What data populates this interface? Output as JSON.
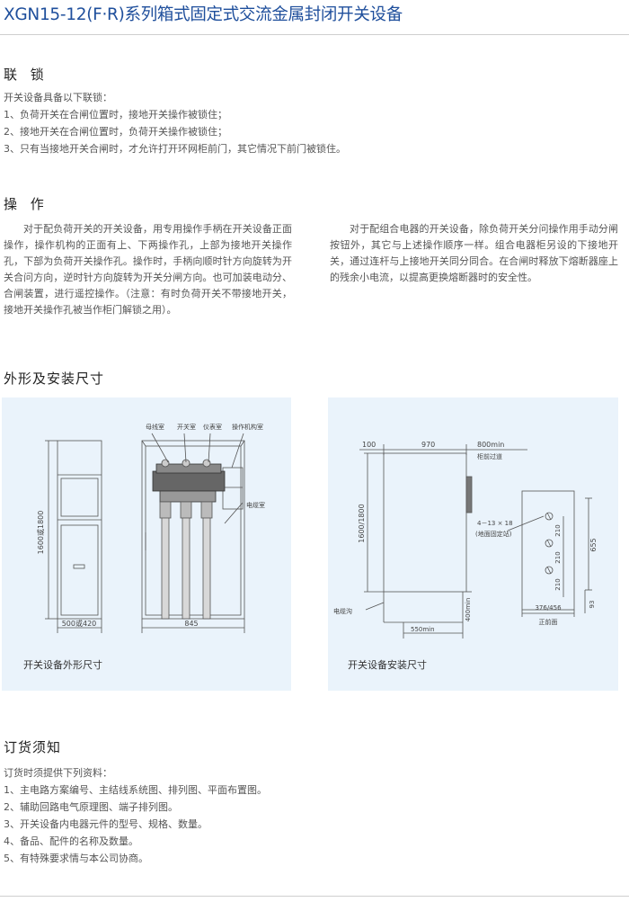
{
  "header": {
    "title": "XGN15-12(F·R)系列箱式固定式交流金属封闭开关设备"
  },
  "interlock": {
    "heading": "联 锁",
    "intro": "开关设备具备以下联锁：",
    "items": [
      "1、负荷开关在合闸位置时，接地开关操作被锁住；",
      "2、接地开关在合闸位置时，负荷开关操作被锁住；",
      "3、只有当接地开关合闸时，才允许打开环网柜前门，其它情况下前门被锁住。"
    ]
  },
  "operation": {
    "heading": "操 作",
    "left_para": "对于配负荷开关的开关设备，用专用操作手柄在开关设备正面操作，操作机构的正面有上、下两操作孔，上部为接地开关操作孔，下部为负荷开关操作孔。操作时，手柄向顺时针方向旋转为开关合问方向，逆时针方向旋转为开关分闸方向。也可加装电动分、合闸装置，进行遥控操作。（注意：有时负荷开关不带接地开关，接地开关操作孔被当作柜门解锁之用）。",
    "right_para": "对于配组合电器的开关设备，除负荷开关分问操作用手动分闸按钮外，其它与上述操作顺序一样。组合电器柜另设的下接地开关，通过连杆与上接地开关同分同合。在合闸时释放下熔断器座上的残余小电流，以提高更换熔断器时的安全性。"
  },
  "dimensions": {
    "heading": "外形及安装尺寸",
    "left_caption": "开关设备外形尺寸",
    "right_caption": "开关设备安装尺寸",
    "fig1": {
      "height": "1600或1800",
      "width_front": "500或420",
      "depth": "845",
      "busbar_room": "母线室",
      "switch_room": "开关室",
      "instrument_room": "仪表室",
      "mechanism_room": "操作机构室",
      "cable_room": "电缆室"
    },
    "fig2": {
      "d100": "100",
      "d970": "970",
      "d800min": "800min",
      "rear_passage": "柜前过道",
      "height": "1600/1800",
      "cable_trench": "电缆沟",
      "d550min": "550min",
      "d400min": "400min",
      "holes": "4－13 × 18",
      "fixing_point": "(地面固定站)",
      "d210a": "210",
      "d210b": "210",
      "d210c": "210",
      "d655": "655",
      "d376": "376/456",
      "d93": "93",
      "front": "正前面"
    }
  },
  "ordering": {
    "heading": "订货须知",
    "intro": "订货时须提供下列资料：",
    "items": [
      "1、主电路方案编号、主结线系统图、排列图、平面布置图。",
      "2、辅助回路电气原理图、端子排列图。",
      "3、开关设备内电器元件的型号、规格、数量。",
      "4、备品、配件的名称及数量。",
      "5、有特殊要求情与本公司协商。"
    ]
  }
}
